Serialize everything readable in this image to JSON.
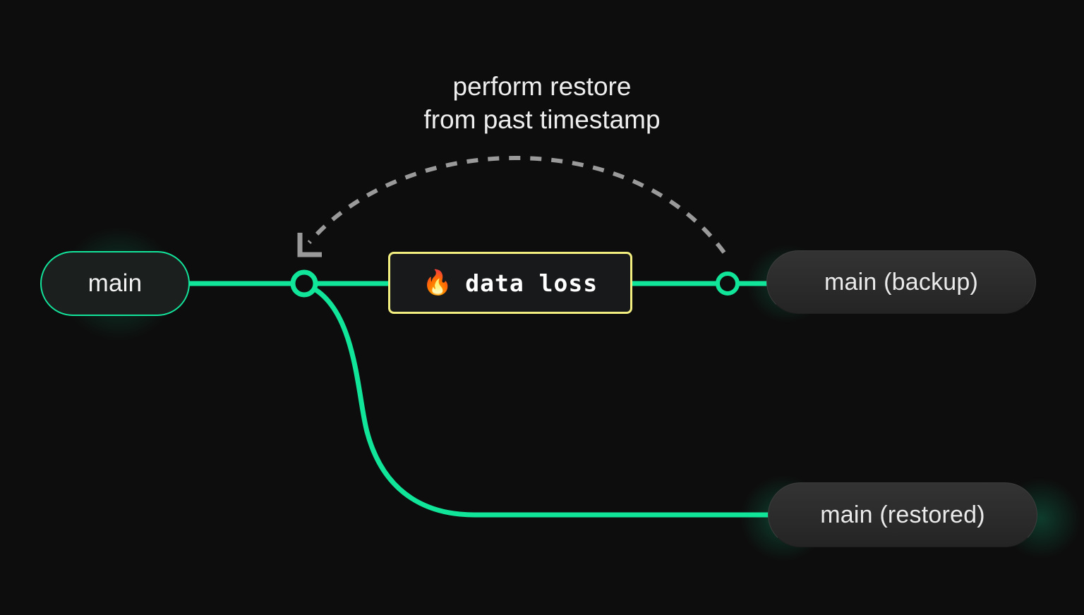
{
  "diagram": {
    "type": "branch-timeline",
    "background_color": "#0d0d0d",
    "accent_color": "#10e59a",
    "warning_color": "#f2ee80",
    "caption": "perform restore\nfrom past timestamp",
    "nodes": [
      {
        "id": "main",
        "label": "main",
        "style": "green-pill"
      },
      {
        "id": "backup",
        "label": "main (backup)",
        "style": "gray-pill"
      },
      {
        "id": "restored",
        "label": "main (restored)",
        "style": "gray-pill"
      }
    ],
    "event": {
      "emoji": "🔥",
      "emoji_name": "fire-emoji",
      "label": "data loss"
    },
    "connectors": [
      {
        "id": "branch-point",
        "kind": "ring-node"
      },
      {
        "id": "backup-point",
        "kind": "ring-node"
      },
      {
        "id": "restore-arrow",
        "kind": "dashed-arc",
        "direction": "backup-to-branch-point"
      }
    ]
  }
}
